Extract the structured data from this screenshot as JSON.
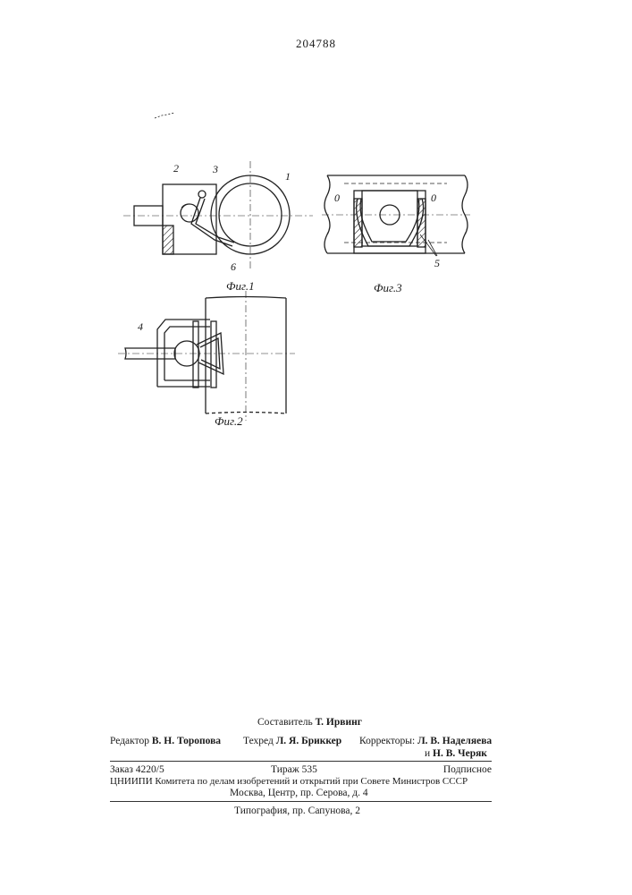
{
  "header": {
    "patent_number": "204788"
  },
  "figures": {
    "fig1": {
      "label": "Фиг.1",
      "parts": [
        "1",
        "2",
        "3",
        "6"
      ]
    },
    "fig2": {
      "label": "Фиг.2",
      "parts": [
        "4"
      ]
    },
    "fig3": {
      "label": "Фиг.3",
      "parts": [
        "5",
        "0",
        "0"
      ]
    }
  },
  "imprint": {
    "compiler_label": "Составитель",
    "compiler_name": "Т. Ирвинг",
    "editor_label": "Редактор",
    "editor_name": "В. Н. Торопова",
    "techred_label": "Техред",
    "techred_name": "Л. Я. Бриккер",
    "correctors_label": "Корректоры:",
    "corrector_1": "Л. В. Наделяева",
    "corrector_2_prefix": "и",
    "corrector_2": "Н. В. Черяк",
    "order": "Заказ 4220/5",
    "circulation": "Тираж 535",
    "subscription": "Подписное",
    "institute": "ЦНИИПИ Комитета по делам изобретений и открытий при Совете Министров СССР",
    "address": "Москва, Центр, пр. Серова, д. 4",
    "printer": "Типография, пр. Сапунова, 2"
  }
}
